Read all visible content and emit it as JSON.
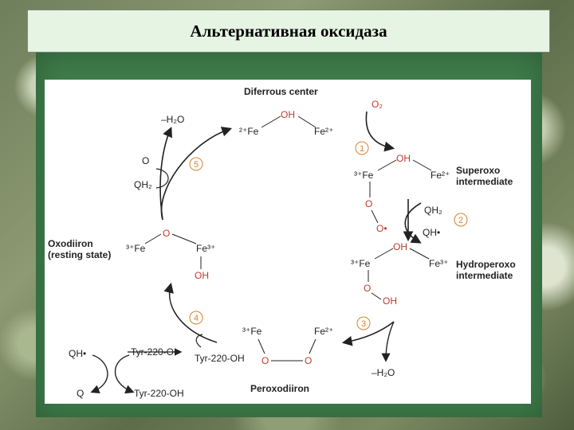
{
  "title": "Альтернативная оксидаза",
  "diagram": {
    "diferrous_center": "Diferrous center",
    "diferrous_fe_left": "²⁺Fe",
    "diferrous_oh": "OH",
    "diferrous_fe_right": "Fe²⁺",
    "o2": "O₂",
    "step1": "1",
    "superoxo_oh": "OH",
    "superoxo_fe_left": "³⁺Fe",
    "superoxo_fe_right": "Fe²⁺",
    "superoxo_o1": "O",
    "superoxo_o2": "O•",
    "superoxo_label_1": "Superoxo",
    "superoxo_label_2": "intermediate",
    "qh2_a": "QH₂",
    "qh_radical_a": "QH•",
    "step2": "2",
    "hydroperoxo_oh": "OH",
    "hydroperoxo_fe_left": "³⁺Fe",
    "hydroperoxo_fe_right": "Fe³⁺",
    "hydroperoxo_o": "O",
    "hydroperoxo_ooh": "OH",
    "hydroperoxo_label_1": "Hydroperoxo",
    "hydroperoxo_label_2": "intermediate",
    "step3": "3",
    "minus_h2o_a": "–H₂O",
    "peroxo_fe_left": "³⁺Fe",
    "peroxo_fe_right": "Fe²⁺",
    "peroxo_o_left": "O",
    "peroxo_o_right": "O",
    "peroxo_label": "Peroxodiiron",
    "step4": "4",
    "tyr_radical": "Tyr-220-O•",
    "tyr_oh_a": "Tyr-220-OH",
    "qh_radical_b": "QH•",
    "q": "Q",
    "tyr_oh_b": "Tyr-220-OH",
    "oxo_label_1": "Oxodiiron",
    "oxo_label_2": "(resting state)",
    "oxo_fe_left": "³⁺Fe",
    "oxo_o": "O",
    "oxo_fe_right": "Fe³⁺",
    "oxo_oh": "OH",
    "step5": "5",
    "minus_h2o_b": "–H₂O",
    "o_step5": "O",
    "qh2_b": "QH₂"
  }
}
